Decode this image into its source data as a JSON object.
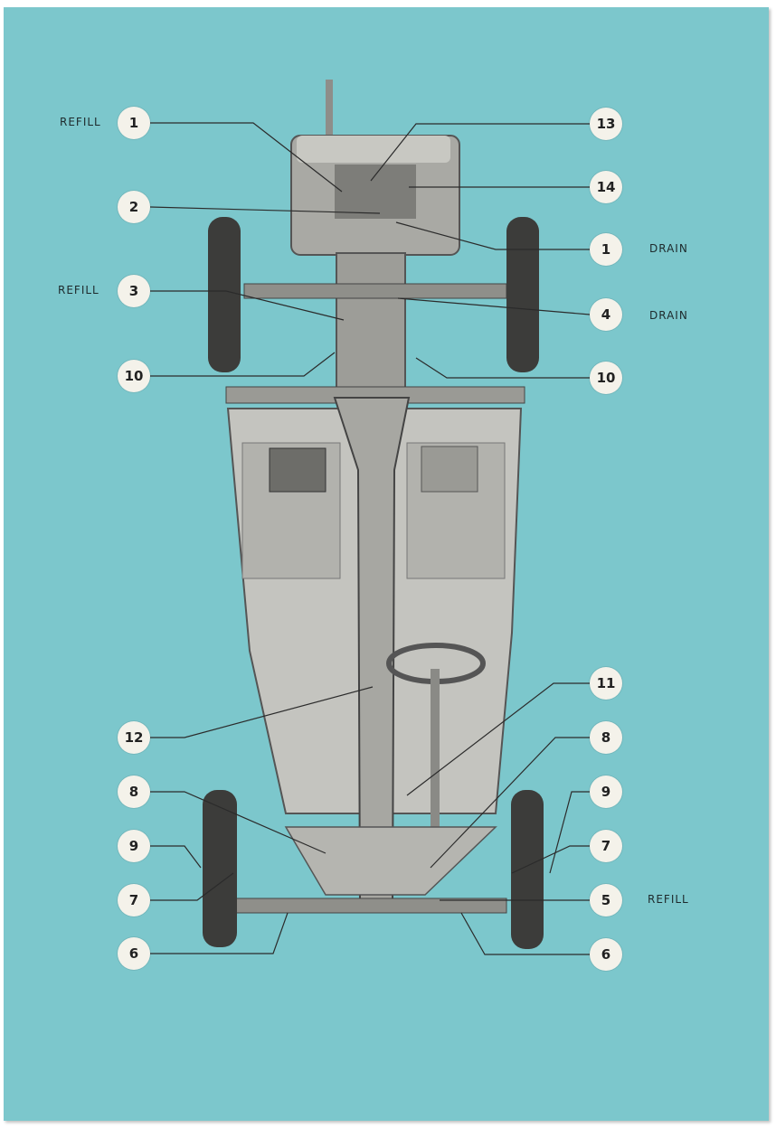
{
  "colors": {
    "background": "#7cc7cc",
    "badge": "#f4f2ea",
    "chassis": "#bdbdb8"
  },
  "callouts": {
    "c1a": "1",
    "c13": "13",
    "c2": "2",
    "c14": "14",
    "c1b": "1",
    "c3": "3",
    "c4": "4",
    "c10a": "10",
    "c10b": "10",
    "c11": "11",
    "c12": "12",
    "c8a": "8",
    "c8b": "8",
    "c9a": "9",
    "c9b": "9",
    "c7a": "7",
    "c7b": "7",
    "c5": "5",
    "c6a": "6",
    "c6b": "6"
  },
  "labels": {
    "refill_1": "REFILL",
    "refill_3": "REFILL",
    "drain_1": "DRAIN",
    "drain_4": "DRAIN",
    "refill_5": "REFILL"
  }
}
